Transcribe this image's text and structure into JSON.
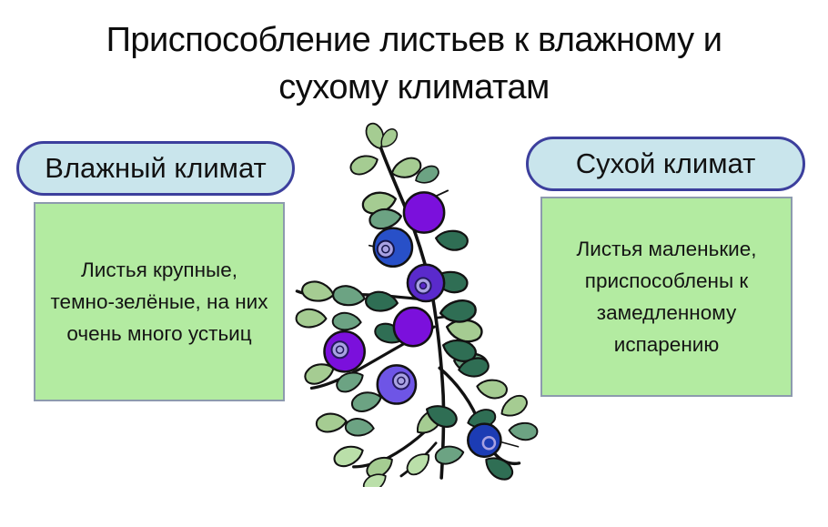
{
  "title": {
    "text": "Приспособление листьев к влажному и\nсухому климатам"
  },
  "wet_climate": {
    "label": "Влажный климат",
    "description": "Листья крупные,\nтемно-зелёные, на них\nочень много устьиц"
  },
  "dry_climate": {
    "label": "Сухой климат",
    "description": "Листья маленькие,\nприспособлены к\nзамедленному\nиспарению"
  },
  "illustration": {
    "name": "blueberry-branch-illustration"
  },
  "palette": {
    "pill_fill": "#c9e5ec",
    "pill_border": "#3c3f9d",
    "box_fill": "#b3eba1",
    "box_border": "#8d9aae",
    "outline": "#121212",
    "leaf_light": "#a5cc92",
    "leaf_medium": "#6ca383",
    "leaf_dark": "#2f6e54",
    "leaf_pale": "#badfa9",
    "berry_violet": "#7b10dc",
    "berry_blue": "#2850c8",
    "berry_indigo": "#5a2acc",
    "berry_blue_violet": "#6e55e6",
    "berry_dark_blue": "#1c3cb4",
    "berry_highlight": "#a9a2e2"
  }
}
